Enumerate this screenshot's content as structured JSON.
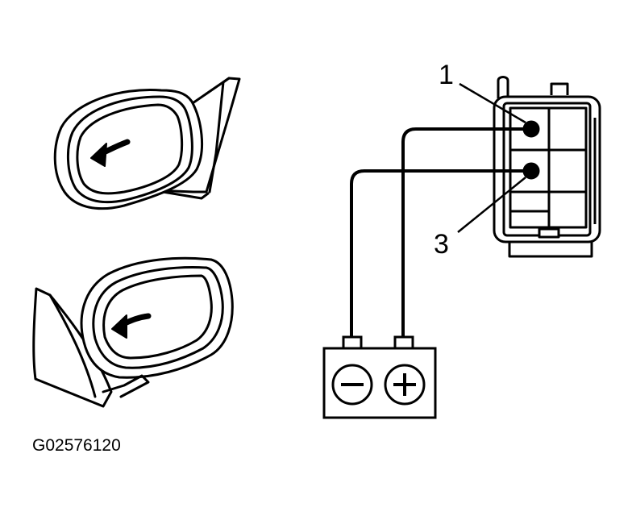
{
  "labels": {
    "terminal_1": "1",
    "terminal_3": "3"
  },
  "figure_code": "G02576120",
  "battery": {
    "negative_icon": "minus-icon",
    "positive_icon": "plus-icon"
  },
  "mirror_arrows": {
    "upper_icon": "arrow-left-icon",
    "lower_icon": "arrow-left-icon"
  }
}
